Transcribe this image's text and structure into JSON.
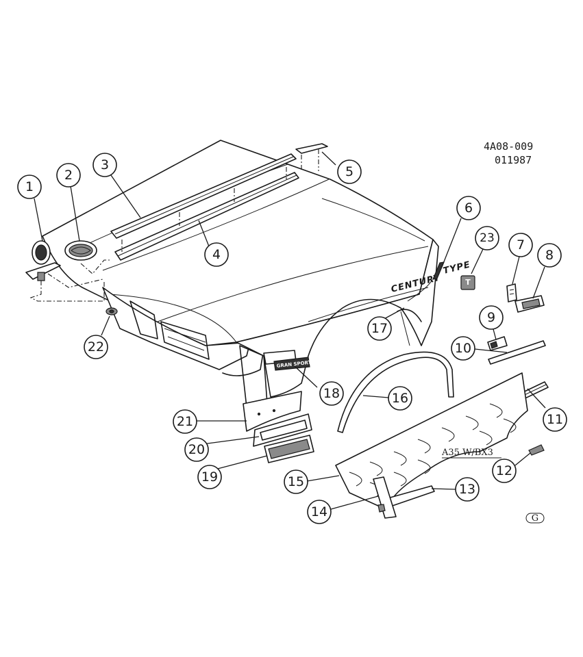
{
  "reference": {
    "code": "4A08-009",
    "date": "011987"
  },
  "labels": {
    "emblem_script": "CENTURY",
    "emblem_type": "TYPE",
    "option_note": "A35  W/BX3",
    "sail_badge": "T",
    "fender_badge": "GRAN SPORT",
    "corner_mark": "G"
  },
  "callouts": [
    "1",
    "2",
    "3",
    "4",
    "5",
    "6",
    "7",
    "8",
    "9",
    "10",
    "11",
    "12",
    "13",
    "14",
    "15",
    "16",
    "17",
    "18",
    "19",
    "20",
    "21",
    "22",
    "23"
  ]
}
